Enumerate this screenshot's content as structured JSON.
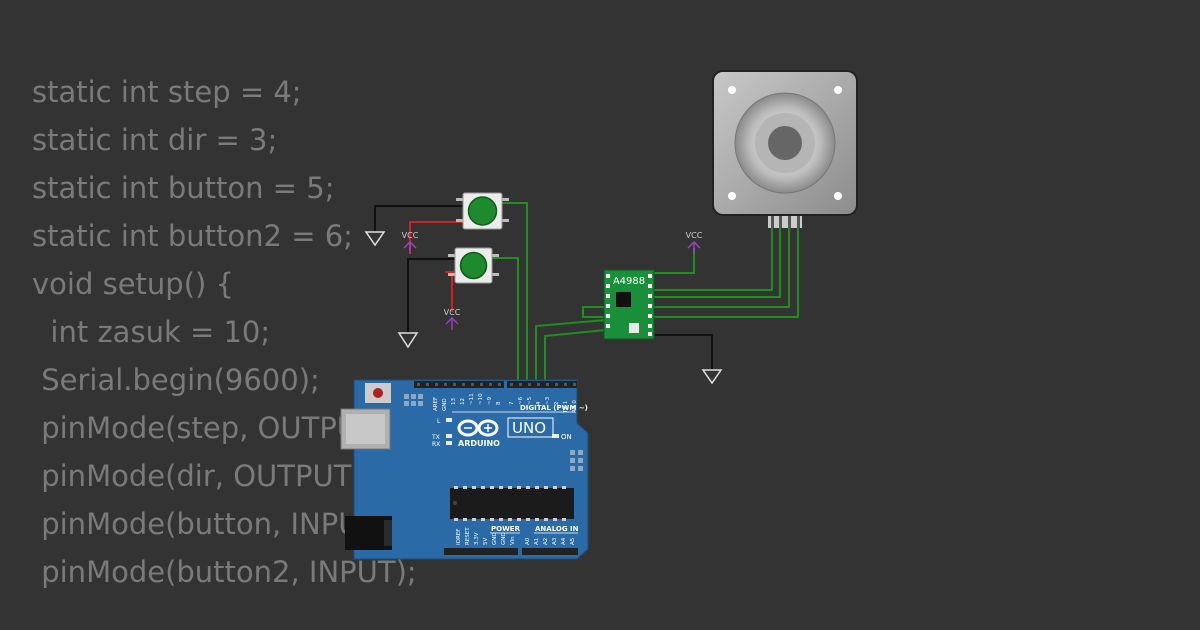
{
  "code_lines": [
    "static int step = 4;",
    "static int dir = 3;",
    "static int button = 5;",
    "static int button2 = 6;",
    "void setup() {",
    "  int zasuk = 10;",
    " Serial.begin(9600);",
    " pinMode(step, OUTPUT);",
    " pinMode(dir, OUTPUT);",
    " pinMode(button, INPUT);",
    " pinMode(button2, INPUT);"
  ],
  "labels": {
    "vcc": "VCC",
    "driver": "A4988",
    "board_brand": "ARDUINO",
    "board_model": "UNO",
    "on": "ON",
    "tx": "TX",
    "rx": "RX",
    "l": "L",
    "digital": "DIGITAL (PWM ~)",
    "power": "POWER",
    "analog": "ANALOG IN",
    "aref": "AREF",
    "gnd": "GND",
    "digital_pins": [
      "13",
      "12",
      "~11",
      "~10",
      "~9",
      "8",
      "7",
      "~6",
      "~5",
      "4",
      "~3",
      "2",
      "TX 1",
      "RX 0"
    ],
    "power_pins": [
      "IOREF",
      "RESET",
      "3.3V",
      "5V",
      "GND",
      "GND",
      "Vin"
    ],
    "analog_pins": [
      "A0",
      "A1",
      "A2",
      "A3",
      "A4",
      "A5"
    ]
  },
  "colors": {
    "background": "#333333",
    "code_text": "#7a7a7a",
    "wire_green": "#1f8f1f",
    "wire_red": "#d42020",
    "wire_black": "#111111",
    "vcc": "#a040c0",
    "board": "#2a6aa6",
    "driver": "#1a8f3a",
    "button_cap": "#1e8a2e"
  }
}
